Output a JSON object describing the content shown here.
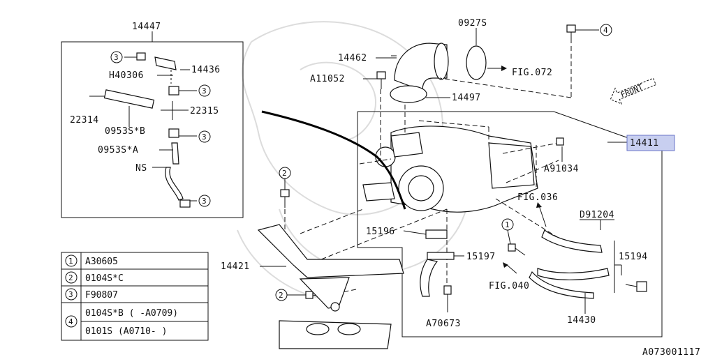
{
  "colors": {
    "highlight_fill": "#c8cff0",
    "highlight_stroke": "#6a76c8",
    "ink": "#111111"
  },
  "labels": {
    "p14447": "14447",
    "p14436": "14436",
    "pH40306": "H40306",
    "p22314": "22314",
    "p22315": "22315",
    "p0953SB": "0953S*B",
    "p0953SA": "0953S*A",
    "pNS": "NS",
    "p14462": "14462",
    "p0927S": "0927S",
    "fig072": "FIG.072",
    "pA11052": "A11052",
    "p14497": "14497",
    "p14411": "14411",
    "pA91034": "A91034",
    "fig036": "FIG.036",
    "pD91204": "D91204",
    "p15196": "15196",
    "p15197": "15197",
    "p15194": "15194",
    "p14421": "14421",
    "fig040": "FIG.040",
    "pA70673": "A70673",
    "p14430": "14430",
    "front": "FRONT",
    "diagram_id": "A073001117"
  },
  "callouts": {
    "c1": "1",
    "c2": "2",
    "c3": "3",
    "c4": "4"
  },
  "legend": [
    {
      "num": "1",
      "code": "A30605"
    },
    {
      "num": "2",
      "code": "0104S*C"
    },
    {
      "num": "3",
      "code": "F90807"
    },
    {
      "num": "4",
      "code": "0104S*B ( -A0709)",
      "code2": "0101S   (A0710- )"
    }
  ]
}
